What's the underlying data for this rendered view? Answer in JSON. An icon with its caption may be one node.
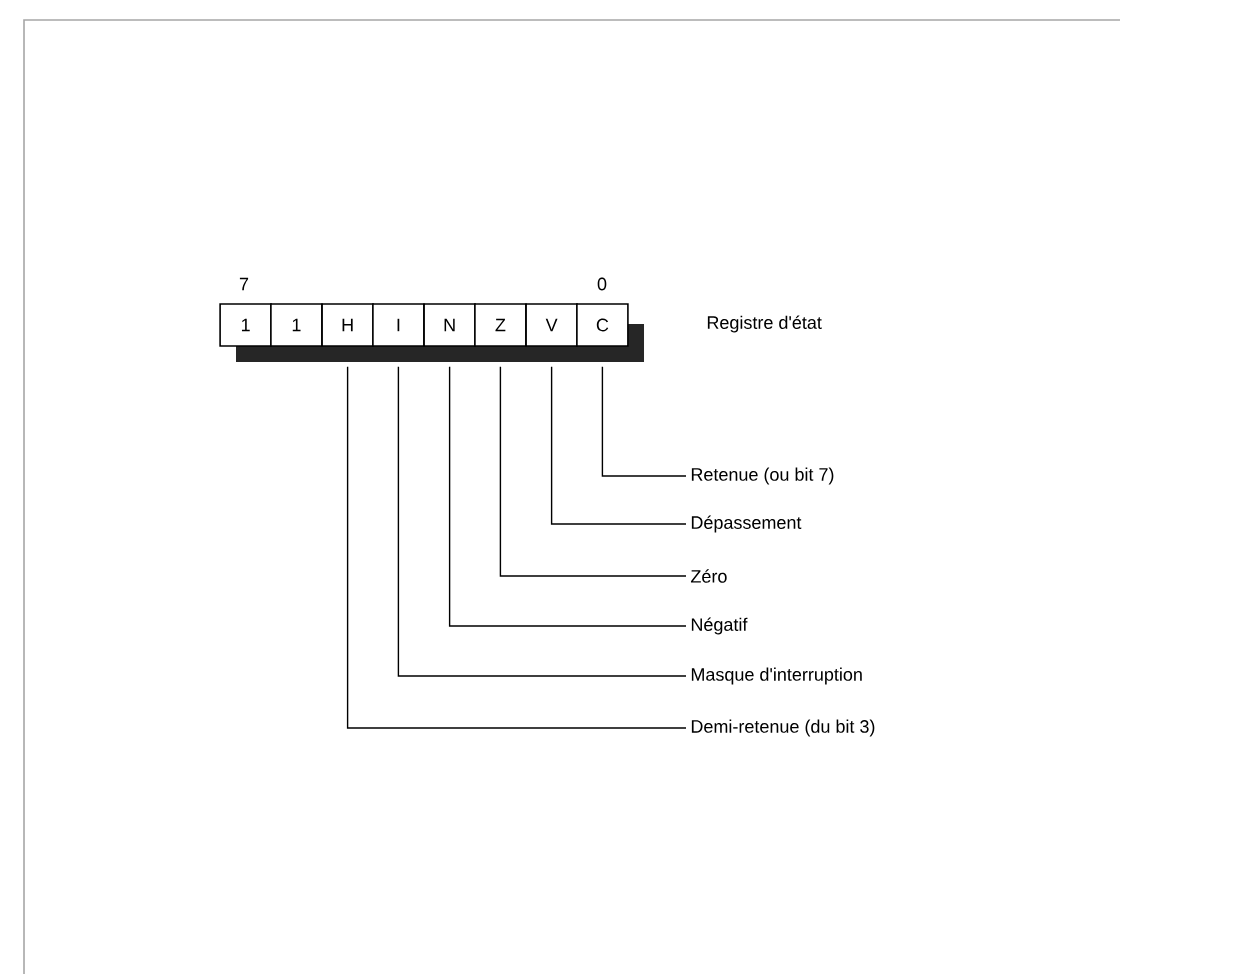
{
  "diagram": {
    "nodes": [
      {
        "text": [
          "1"
        ]
      },
      {
        "text": [
          "1"
        ]
      },
      {
        "text": [
          "H"
        ]
      },
      {
        "text": [
          "I"
        ]
      },
      {
        "text": [
          "N"
        ]
      },
      {
        "text": [
          "Z"
        ]
      },
      {
        "text": [
          "V"
        ]
      },
      {
        "text": [
          "C"
        ]
      },
      {
        "text": [
          "Retenue (ou bit 7)"
        ]
      },
      {
        "text": [
          "Dépassement"
        ]
      },
      {
        "text": [
          "Zéro"
        ]
      },
      {
        "text": [
          "Négatif"
        ]
      },
      {
        "text": [
          "Masque d'interruption"
        ]
      },
      {
        "text": [
          "Demi-retenue (du bit 3)"
        ]
      }
    ],
    "edges": [
      {
        "from": 8,
        "to": 7,
        "arrow": "none"
      },
      {
        "from": 9,
        "to": 6,
        "arrow": "none"
      },
      {
        "from": 10,
        "to": 5,
        "arrow": "none"
      },
      {
        "from": 11,
        "to": 4,
        "arrow": "none"
      },
      {
        "from": 12,
        "to": 3,
        "arrow": "none"
      },
      {
        "from": 13,
        "to": 2,
        "arrow": "none"
      }
    ],
    "labels": [
      "7",
      "0",
      "Registre d'état"
    ]
  }
}
